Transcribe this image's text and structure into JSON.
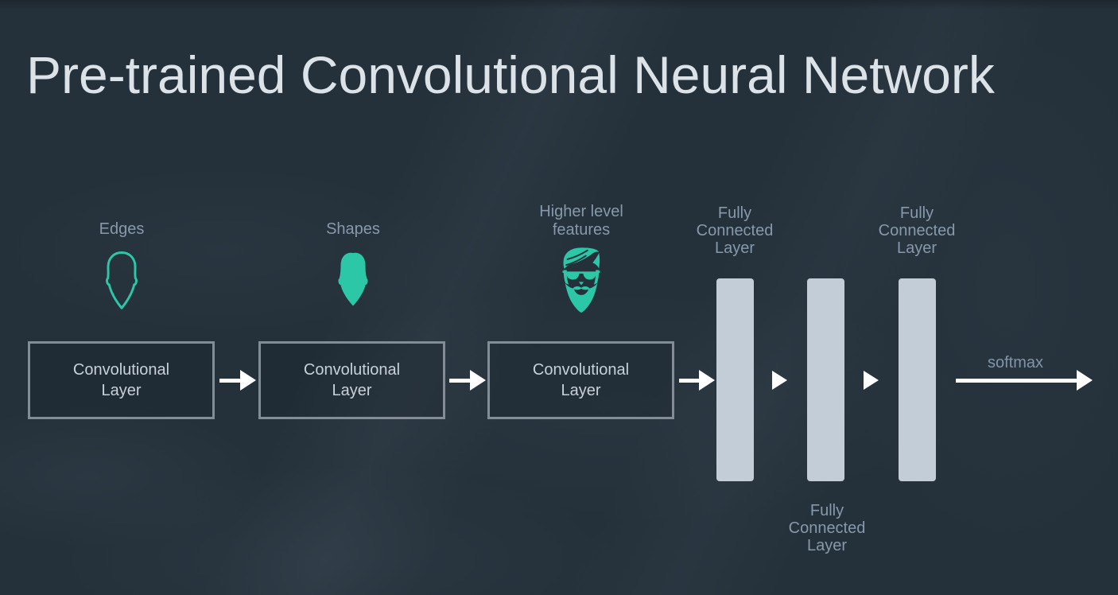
{
  "slide": {
    "title": "Pre-trained Convolutional Neural Network"
  },
  "stages": [
    {
      "feature_label": "Edges",
      "icon": "face-outline-icon",
      "box_label": "Convolutional Layer"
    },
    {
      "feature_label": "Shapes",
      "icon": "face-filled-icon",
      "box_label": "Convolutional Layer"
    },
    {
      "feature_label": "Higher level features",
      "icon": "face-detailed-icon",
      "box_label": "Convolutional Layer"
    }
  ],
  "fc_layers": [
    {
      "label": "Fully Connected Layer",
      "label_position": "above"
    },
    {
      "label": "Fully Connected Layer",
      "label_position": "below"
    },
    {
      "label": "Fully Connected Layer",
      "label_position": "above"
    }
  ],
  "output_arrow": {
    "label": "softmax"
  },
  "colors": {
    "background": "#24303A",
    "accent_teal": "#2BC7A6",
    "bar_fill": "#C2CDD7",
    "arrow_white": "#FFFFFF",
    "label_gray_blue": "#8799AA",
    "box_border": "#828D97",
    "box_text": "#C7D1DA",
    "title_text": "#DCE3E8"
  }
}
